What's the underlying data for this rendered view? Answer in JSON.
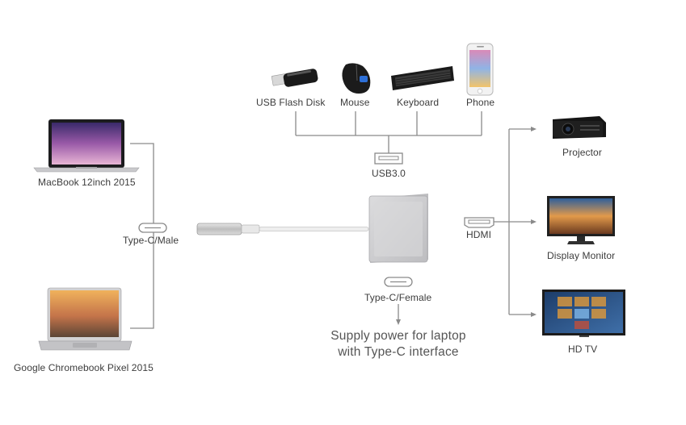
{
  "inputs": {
    "usb_flash_disk": "USB Flash Disk",
    "mouse": "Mouse",
    "keyboard": "Keyboard",
    "phone": "Phone",
    "usb_port": "USB3.0"
  },
  "hosts": {
    "macbook": "MacBook 12inch 2015",
    "chromebook": "Google Chromebook Pixel 2015",
    "type_c_male": "Type-C/Male"
  },
  "adapter": {
    "type_c_female": "Type-C/Female",
    "power_note_line1": "Supply power for laptop",
    "power_note_line2": "with Type-C interface"
  },
  "outputs": {
    "hdmi": "HDMI",
    "projector": "Projector",
    "display_monitor": "Display Monitor",
    "hd_tv": "HD TV"
  },
  "colors": {
    "connector_line": "#8a8a8a",
    "adapter_body": "#c9c9cb",
    "adapter_face": "#d9d9db"
  }
}
